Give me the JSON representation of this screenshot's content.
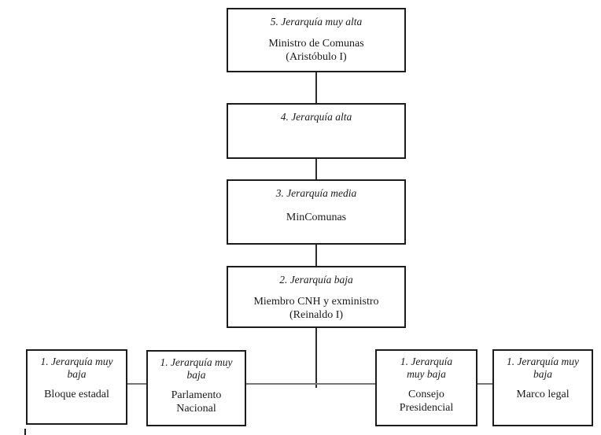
{
  "diagram": {
    "chain": [
      {
        "header": "5. Jerarquía muy alta",
        "content": "Ministro de Comunas\n(Aristóbulo I)"
      },
      {
        "header": "4. Jerarquía alta",
        "content": ""
      },
      {
        "header": "3. Jerarquía media",
        "content": "MinComunas"
      },
      {
        "header": "2. Jerarquía baja",
        "content": "Miembro CNH y exministro\n(Reinaldo I)"
      }
    ],
    "bottom_row": [
      {
        "header": "1. Jerarquía muy\nbaja",
        "content": "Bloque estadal"
      },
      {
        "header": "1. Jerarquía muy\nbaja",
        "content": "Parlamento\nNacional"
      },
      {
        "header": "1.  Jerarquía\nmuy baja",
        "content": "Consejo\nPresidencial"
      },
      {
        "header": "1. Jerarquía muy\nbaja",
        "content": "Marco legal"
      }
    ]
  },
  "colors": {
    "box_border": "#1c1c1c",
    "connector_vertical": "#2e2e2e",
    "connector_horizontal": "#757575",
    "background": "#ffffff"
  }
}
